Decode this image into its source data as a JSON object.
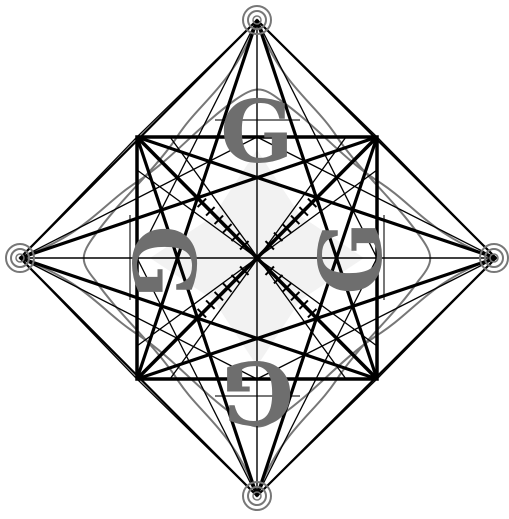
{
  "figure": {
    "description_tag": "geometric-emblem",
    "letters": {
      "top": "G",
      "left": "G",
      "right": "G",
      "bottom": "G"
    },
    "colors": {
      "background": "#ffffff",
      "stroke_primary": "#000000",
      "stroke_secondary": "#777777",
      "letter_fill": "#6e6e6e",
      "rosette_fill": "#f0f0f0"
    }
  }
}
